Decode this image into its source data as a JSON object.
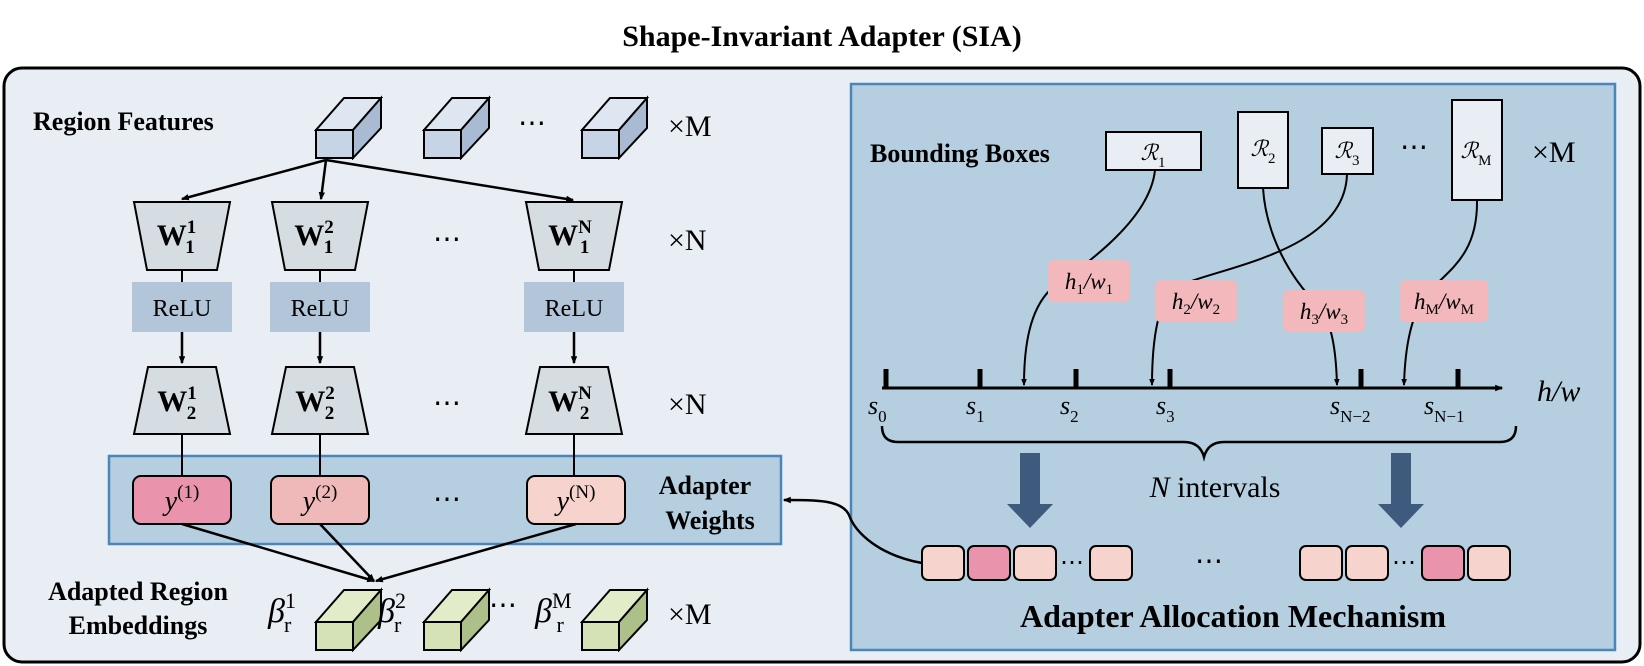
{
  "title": "Shape-Invariant Adapter (SIA)",
  "left": {
    "region_features_label": "Region Features",
    "times_m": "×M",
    "times_n": "×N",
    "ellipsis": "⋯",
    "relu_label": "ReLU",
    "w1": [
      {
        "base": "W",
        "sub": "1",
        "sup": "1"
      },
      {
        "base": "W",
        "sub": "1",
        "sup": "2"
      },
      {
        "base": "W",
        "sub": "1",
        "sup": "N"
      }
    ],
    "w2": [
      {
        "base": "W",
        "sub": "2",
        "sup": "1"
      },
      {
        "base": "W",
        "sub": "2",
        "sup": "2"
      },
      {
        "base": "W",
        "sub": "2",
        "sup": "N"
      }
    ],
    "adapter_weights_line1": "Adapter",
    "adapter_weights_line2": "Weights",
    "y": [
      {
        "base": "y",
        "sup": "(1)"
      },
      {
        "base": "y",
        "sup": "(2)"
      },
      {
        "base": "y",
        "sup": "(N)"
      }
    ],
    "adapted_line1": "Adapted Region",
    "adapted_line2": "Embeddings",
    "beta": [
      {
        "base": "β",
        "sub": "r",
        "sup": "1"
      },
      {
        "base": "β",
        "sub": "r",
        "sup": "2"
      },
      {
        "base": "β",
        "sub": "r",
        "sup": "M"
      }
    ]
  },
  "right": {
    "bounding_boxes_label": "Bounding Boxes",
    "times_m": "×M",
    "ellipsis": "⋯",
    "regions": [
      {
        "base": "ℛ",
        "sub": "1"
      },
      {
        "base": "ℛ",
        "sub": "2"
      },
      {
        "base": "ℛ",
        "sub": "3"
      },
      {
        "base": "ℛ",
        "sub": "M"
      }
    ],
    "ratios": [
      {
        "h": "h",
        "hs": "1",
        "w": "w",
        "ws": "1"
      },
      {
        "h": "h",
        "hs": "2",
        "w": "w",
        "ws": "2"
      },
      {
        "h": "h",
        "hs": "3",
        "w": "w",
        "ws": "3"
      },
      {
        "h": "h",
        "hs": "M",
        "w": "w",
        "ws": "M"
      }
    ],
    "ticks": [
      {
        "base": "s",
        "sub": "0"
      },
      {
        "base": "s",
        "sub": "1"
      },
      {
        "base": "s",
        "sub": "2"
      },
      {
        "base": "s",
        "sub": "3"
      },
      {
        "base": "s",
        "sub": "N−2"
      },
      {
        "base": "s",
        "sub": "N−1"
      }
    ],
    "axis_label": "h/w",
    "intervals_n": "N",
    "intervals_label": " intervals",
    "mechanism_label": "Adapter Allocation Mechanism"
  },
  "colors": {
    "outer_bg": "#e8eef4",
    "right_bg": "#b5cfe0",
    "right_border": "#4a86b8",
    "relu_bg": "#b3c6d9",
    "trapezoid_fill": "#d5dce2",
    "cube_blue": "#c7d4e5",
    "cube_green": "#d4e2b5",
    "y1": "#e993ad",
    "y2": "#f0b9b9",
    "y3": "#f7d3cd",
    "ratio_label_bg": "#f2b8bc",
    "arrow_big": "#3e5a7d"
  }
}
